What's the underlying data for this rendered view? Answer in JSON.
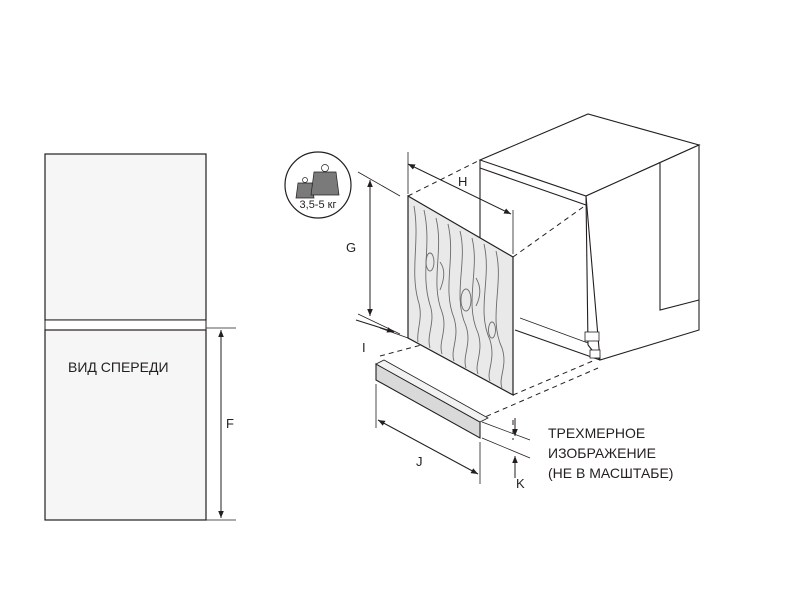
{
  "front_view": {
    "label": "ВИД СПЕРЕДИ",
    "dim_f": "F"
  },
  "iso_view": {
    "caption_lines": [
      "ТРЕХМЕРНОЕ",
      "ИЗОБРАЖЕНИЕ",
      "(НЕ В МАСШТАБЕ)"
    ],
    "dim_g": "G",
    "dim_h": "H",
    "dim_i": "I",
    "dim_j": "J",
    "dim_k": "K",
    "weight_label": "3,5-5 кг"
  },
  "colors": {
    "line": "#231f20",
    "panel_fill": "#f4f4f4",
    "plinth_fill": "#d9d9d9",
    "wood": "#6b6b6b"
  }
}
